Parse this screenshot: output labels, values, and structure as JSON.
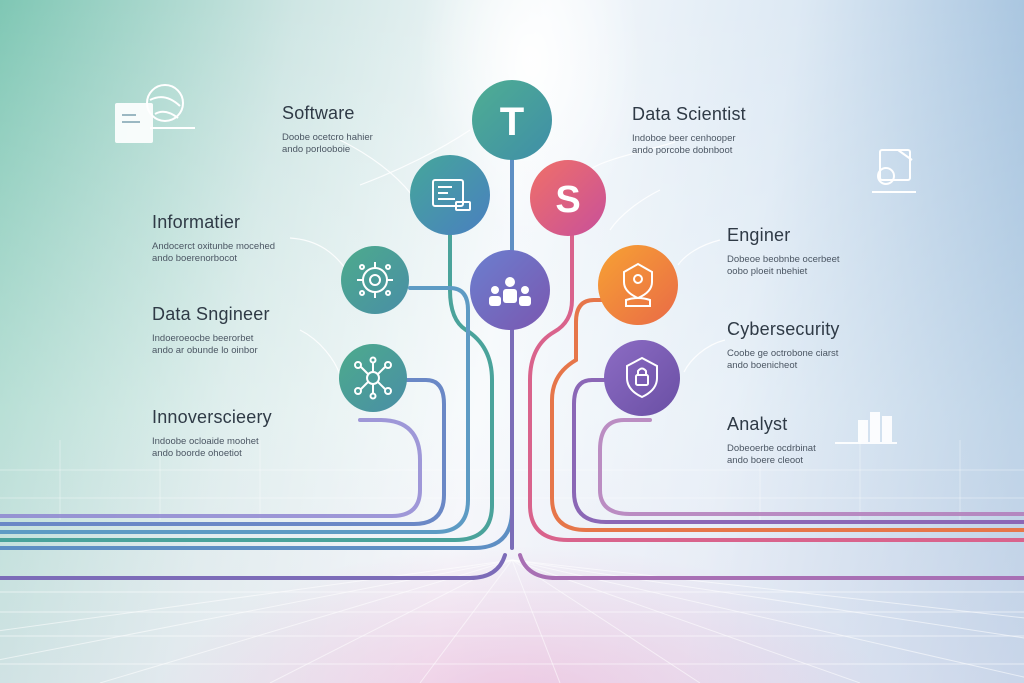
{
  "labels": {
    "software": {
      "title": "Software",
      "desc1": "Doobe ocetcro hahier",
      "desc2": "ando porlooboie"
    },
    "data_scientist": {
      "title": "Data Scientist",
      "desc1": "Indoboe beer cenhooper",
      "desc2": "ando porcobe dobnboot"
    },
    "informatier": {
      "title": "Informatier",
      "desc1": "Andocerct oxitunbe mocehed",
      "desc2": "ando boerenorbocot"
    },
    "engineer": {
      "title": "Enginer",
      "desc1": "Dobeoe beobnbe ocerbeet",
      "desc2": "oobo ploeit nbehiet"
    },
    "data_engineer": {
      "title": "Data Sngineer",
      "desc1": "Indoeroeocbe beerorbet",
      "desc2": "ando ar obunde lo oinbor"
    },
    "cybersecurity": {
      "title": "Cybersecurity",
      "desc1": "Coobe ge octrobone ciarst",
      "desc2": "ando boenicheot"
    },
    "innoverscieery": {
      "title": "Innoverscieery",
      "desc1": "Indoobe ocloaide moohet",
      "desc2": "ando boorde ohoetiot"
    },
    "analyst": {
      "title": "Analyst",
      "desc1": "Dobeoerbe ocdrbinat",
      "desc2": "ando boere cleoot"
    }
  },
  "nodes": {
    "top": {
      "text": "T"
    },
    "second": {
      "text": "S"
    }
  },
  "colors": {
    "teal": "#4aa39b",
    "blue": "#5e8fc4",
    "pink": "#d9638c",
    "orange": "#f08a3c",
    "purple": "#7b6db8",
    "violet": "#7f63b0"
  }
}
